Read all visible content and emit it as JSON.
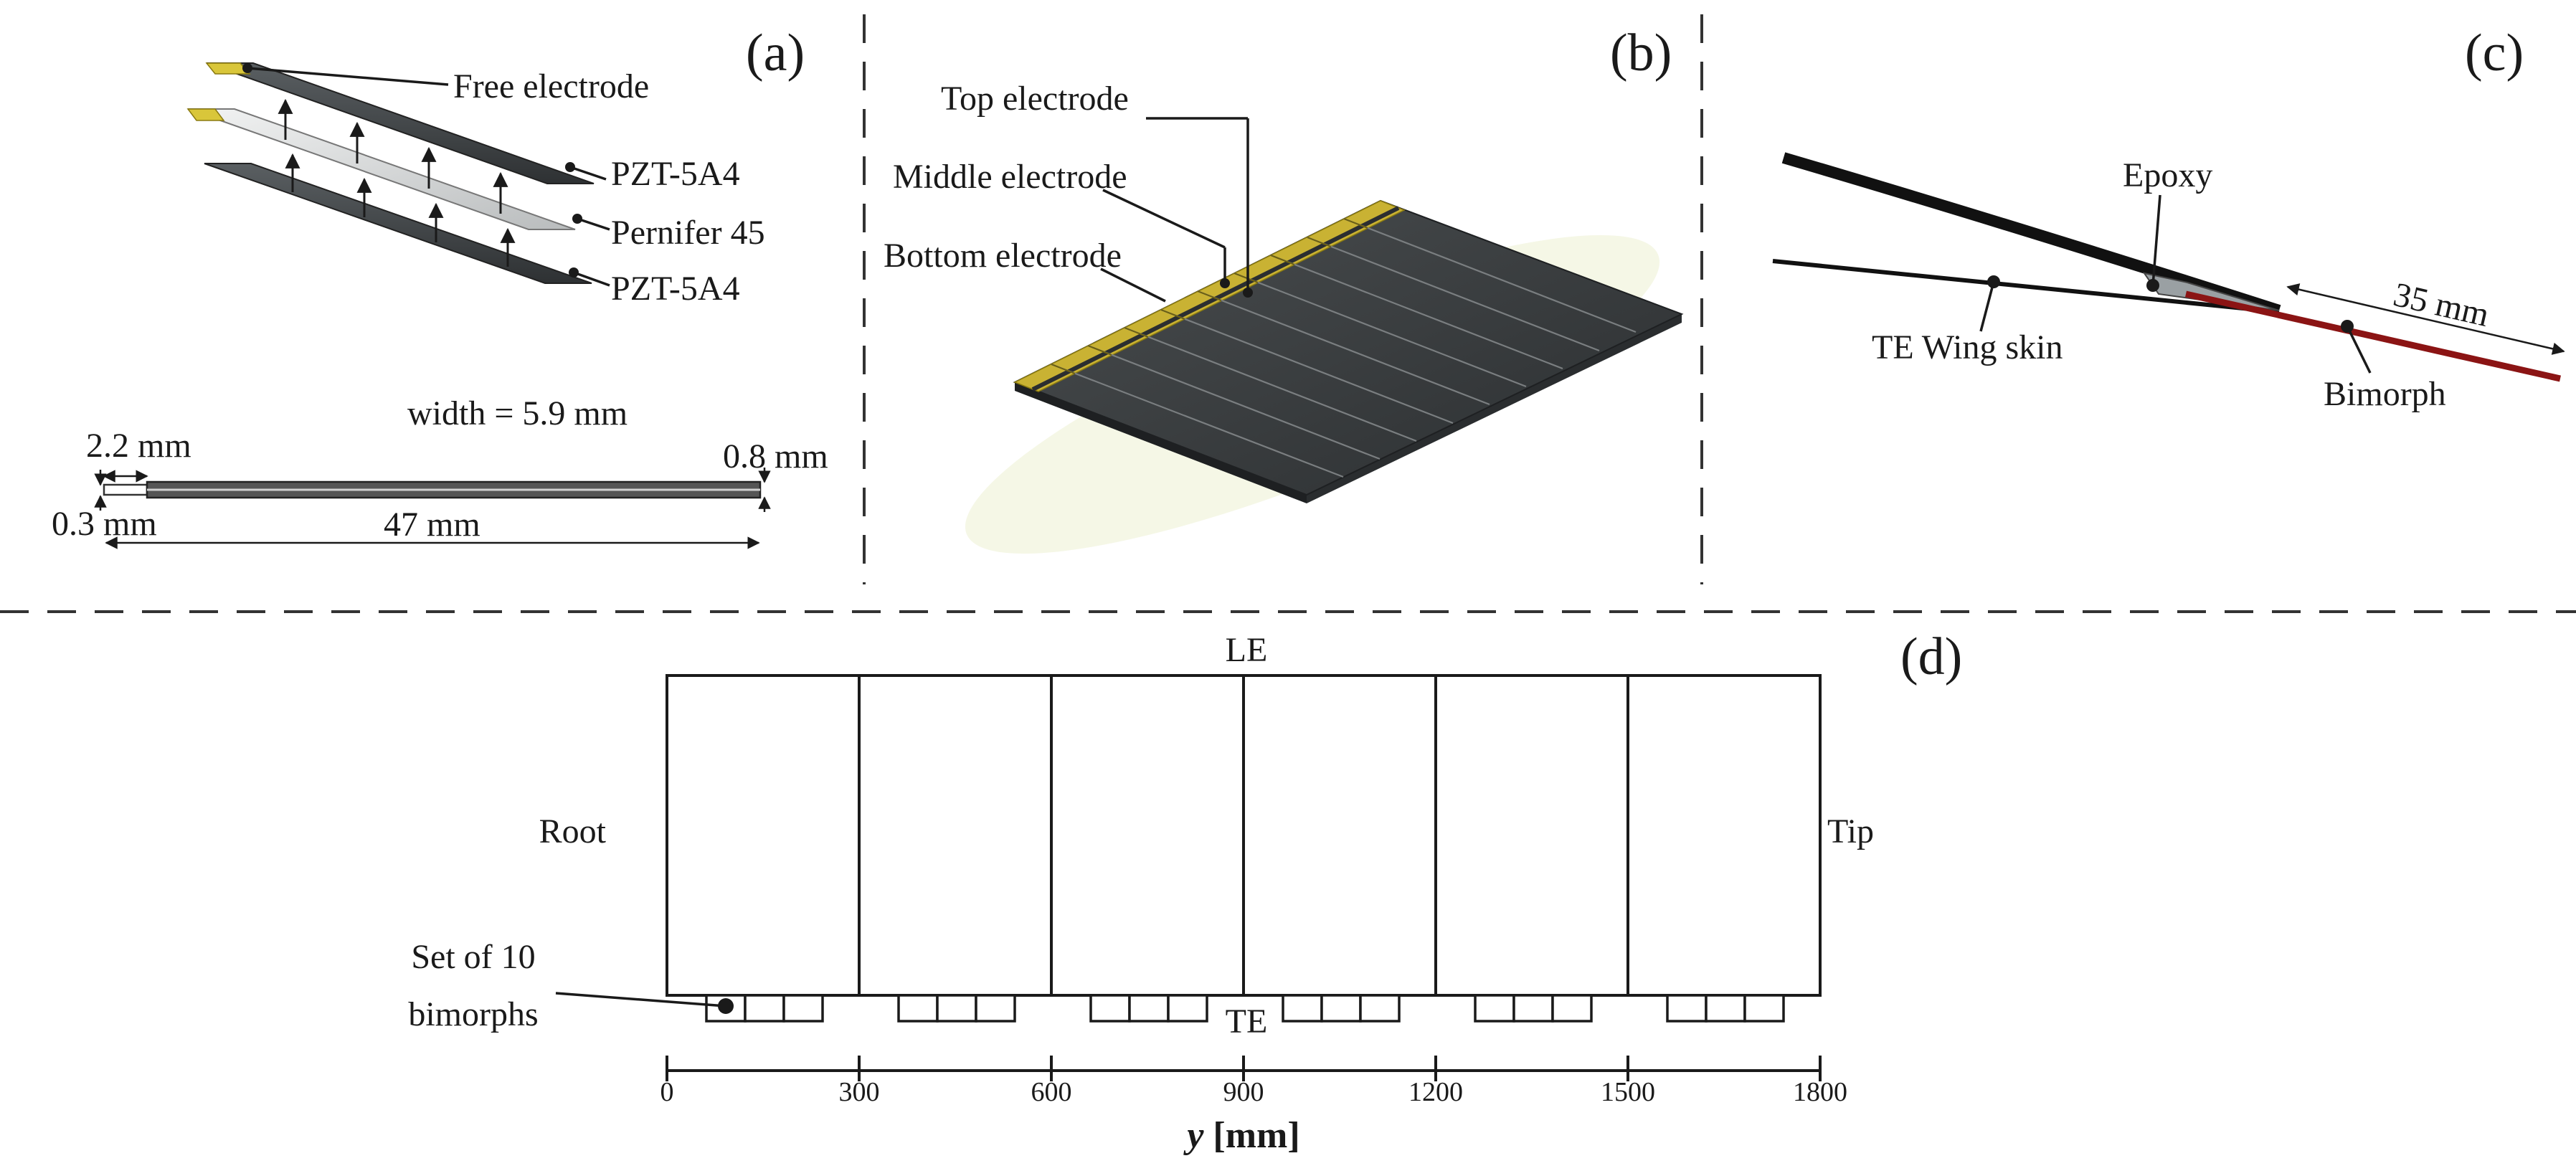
{
  "panels": {
    "a": {
      "tag": "(a)",
      "layers": [
        "Free electrode",
        "PZT-5A4",
        "Pernifer 45",
        "PZT-5A4"
      ],
      "dims": {
        "width_label": "width = 5.9 mm",
        "overhang_label": "2.2 mm",
        "thickness_label": "0.3 mm",
        "end_thickness_label": "0.8 mm",
        "length_label": "47 mm"
      }
    },
    "b": {
      "tag": "(b)",
      "labels": [
        "Top electrode",
        "Middle electrode",
        "Bottom electrode"
      ]
    },
    "c": {
      "tag": "(c)",
      "labels": {
        "epoxy": "Epoxy",
        "skin": "TE Wing skin",
        "bimorph": "Bimorph",
        "length": "35 mm"
      }
    },
    "d": {
      "tag": "(d)",
      "le": "LE",
      "te": "TE",
      "root": "Root",
      "tip": "Tip",
      "set_label_1": "Set of 10",
      "set_label_2": "bimorphs",
      "ticks": [
        "0",
        "300",
        "600",
        "900",
        "1200",
        "1500",
        "1800"
      ],
      "x_axis_var": "y",
      "x_axis_unit": " [mm]",
      "sections": 6
    }
  },
  "colors": {
    "electrode_gold": "#c9b233",
    "pzt_dark": "#3e4244",
    "pernifer_light": "#d6d8d8",
    "bimorph_red": "#8b1414",
    "epoxy_grey": "#9aa0a3"
  }
}
